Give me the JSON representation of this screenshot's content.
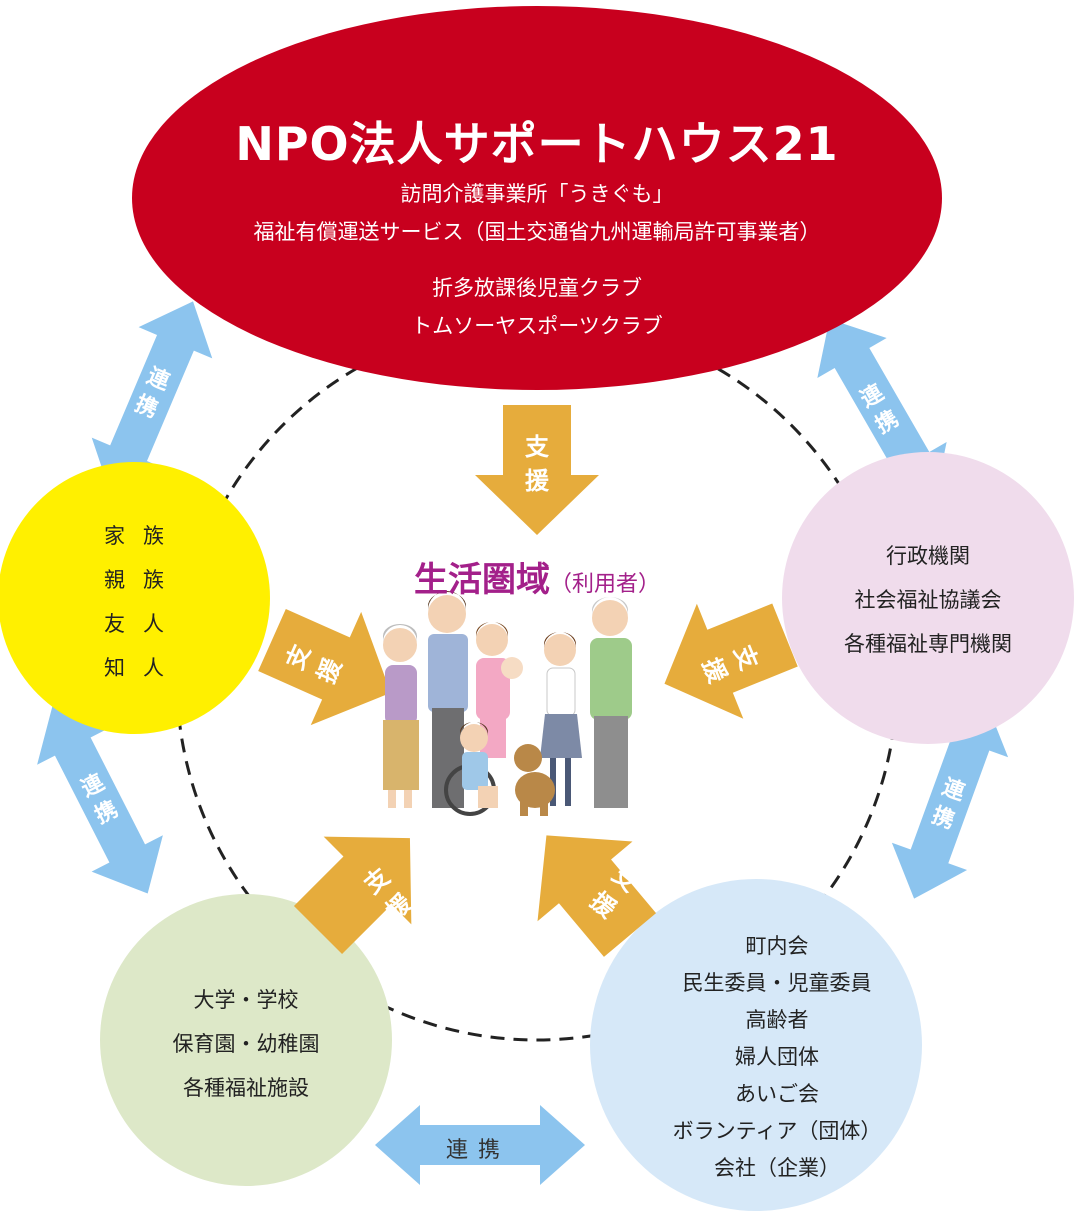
{
  "org": {
    "title": "NPO法人サポートハウス21",
    "services": [
      "訪問介護事業所「うきぐも」",
      "福祉有償運送サービス（国土交通省九州運輸局許可事業者）",
      "折多放課後児童クラブ",
      "トムソーヤスポーツクラブ"
    ]
  },
  "center": {
    "title": "生活圏域",
    "subtitle": "（利用者）"
  },
  "nodes": {
    "family": {
      "lines": [
        "家族",
        "親族",
        "友人",
        "知人"
      ]
    },
    "admin": {
      "lines": [
        "行政機関",
        "社会福祉協議会",
        "各種福祉専門機関"
      ]
    },
    "school": {
      "lines": [
        "大学・学校",
        "保育園・幼稚園",
        "各種福祉施設"
      ]
    },
    "community": {
      "lines": [
        "町内会",
        "民生委員・児童委員",
        "高齢者",
        "婦人団体",
        "あいご会",
        "ボランティア（団体）",
        "会社（企業）"
      ]
    }
  },
  "support_label": [
    "支",
    "援"
  ],
  "link_label": [
    "連",
    "携"
  ],
  "link_label_horizontal": "連携",
  "colors": {
    "org": "#c8001e",
    "family": "#fff000",
    "admin": "#f0dcec",
    "school": "#dde8c8",
    "community": "#d6e8f8",
    "support_arrow": "#e6ac3c",
    "link_arrow": "#8cc4ee",
    "center_text": "#a3208a"
  }
}
